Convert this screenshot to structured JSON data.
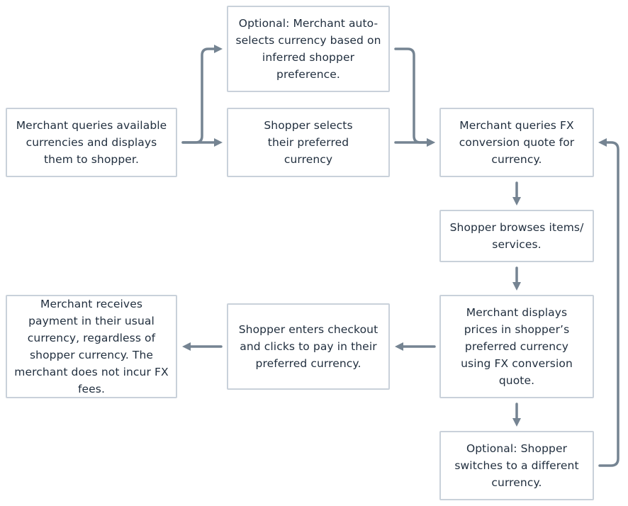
{
  "nodes": {
    "merchant_queries_currencies": "Merchant queries available currencies and displays them to shopper.",
    "auto_select_currency": "Optional: Merchant auto-selects currency based on inferred shopper preference.",
    "shopper_selects_currency": "Shopper selects their preferred currency",
    "merchant_queries_fx_quote": "Merchant queries FX conversion quote for currency.",
    "shopper_browses": "Shopper browses items/ services.",
    "merchant_displays_prices": "Merchant displays prices in shopper’s preferred currency using FX conversion quote.",
    "shopper_switches_currency": "Optional: Shopper switches to a different currency.",
    "shopper_checkout": "Shopper enters checkout and clicks to pay in their preferred currency.",
    "merchant_receives_payment": "Merchant receives payment in their usual currency, regardless of shopper currency. The merchant does not incur FX fees."
  },
  "colors": {
    "node_border": "#c9d1da",
    "arrow": "#758492",
    "text": "#1f2d3d"
  }
}
